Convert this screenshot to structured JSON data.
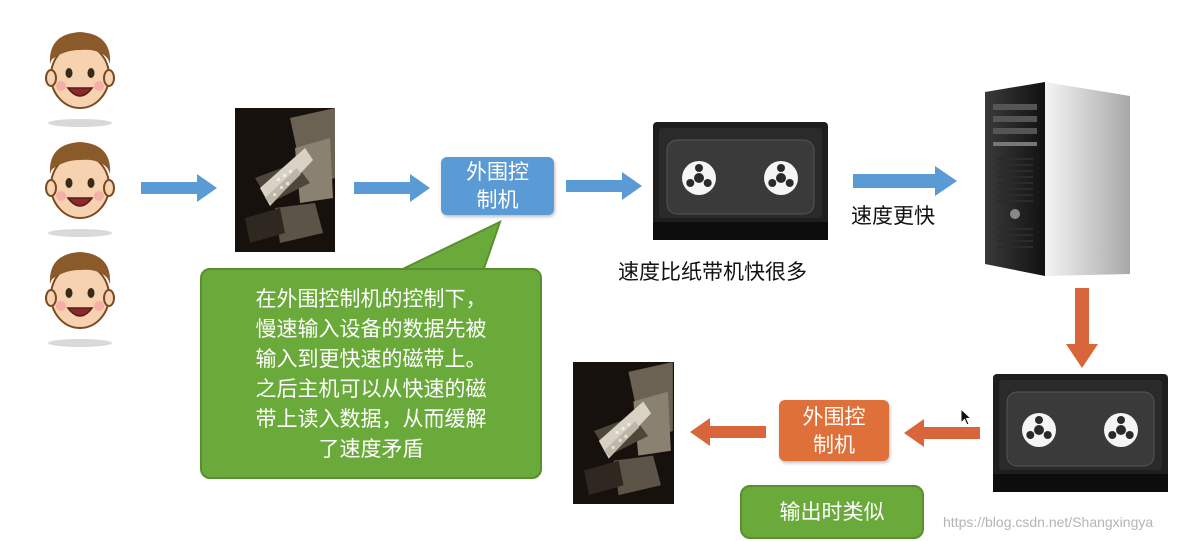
{
  "controller_top": {
    "label": "外围控\n制机"
  },
  "controller_bottom": {
    "label": "外围控\n制机"
  },
  "callout": {
    "text": "在外围控制机的控制下，\n慢速输入设备的数据先被\n输入到更快速的磁带上。\n之后主机可以从快速的磁\n带上读入数据，从而缓解\n了速度矛盾"
  },
  "tape_caption": "速度比纸带机快很多",
  "faster_label": "速度更快",
  "output_note": "输出时类似",
  "watermark": "https://blog.csdn.net/Shangxingya",
  "colors": {
    "blue_arrow": "#5b9bd5",
    "orange_arrow": "#d8663a",
    "green": "#6aaa3a"
  }
}
